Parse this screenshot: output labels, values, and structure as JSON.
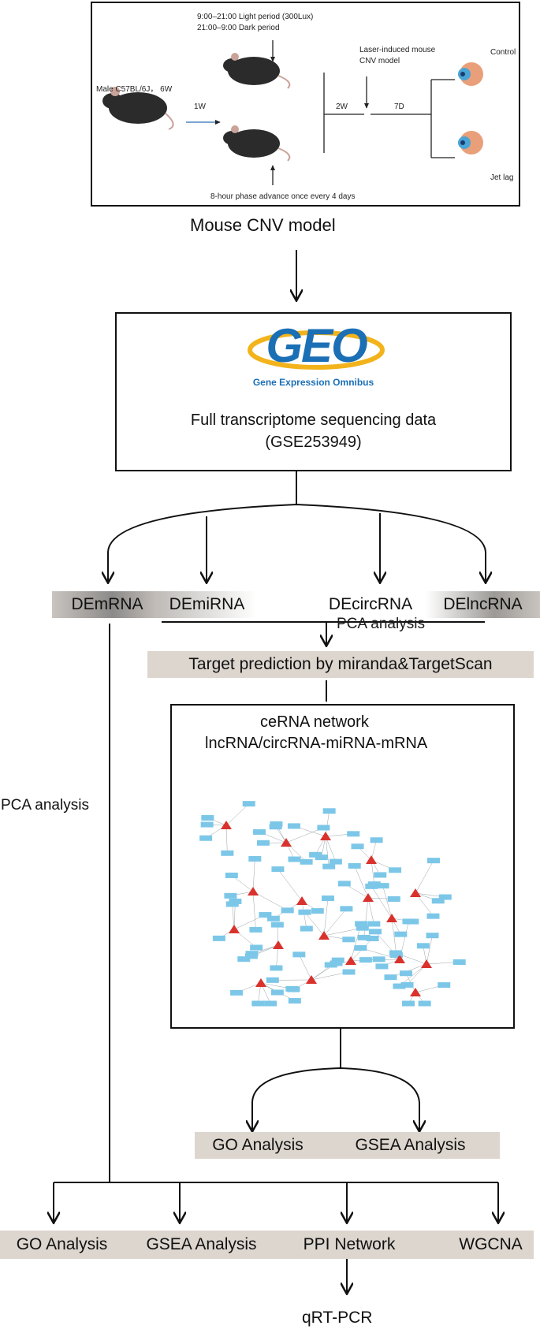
{
  "mouse_box": {
    "light_line1": "9:00–21:00 Light period (300Lux)",
    "light_line2": "21:00–9:00 Dark period",
    "male_label": "Male C57BL/6J，  6W",
    "week1": "1W",
    "week2": "2W",
    "day7": "7D",
    "laser_line1": "Laser-induced mouse",
    "laser_line2": "CNV model",
    "control": "Control",
    "jet_lag": "Jet lag",
    "phase_advance": "8-hour phase advance once every 4 days",
    "caption": "Mouse CNV model"
  },
  "geo_box": {
    "logo_word": "GEO",
    "logo_subtitle": "Gene Expression Omnibus",
    "line1": "Full transcriptome sequencing data",
    "line2": "(GSE253949)"
  },
  "de_labels": {
    "demrna": "DEmRNA",
    "demirna": "DEmiRNA",
    "decircrna": "DEcircRNA",
    "delncrna": "DElncRNA"
  },
  "pca_right": "PCA analysis",
  "pca_left": "PCA analysis",
  "target_prediction": "Target prediction by miranda&TargetScan",
  "cerna_box": {
    "title1": "ceRNA network",
    "title2": "lncRNA/circRNA-miRNA-mRNA"
  },
  "cerna_outputs": {
    "go": "GO Analysis",
    "gsea": "GSEA Analysis"
  },
  "bottom_outputs": {
    "go": "GO Analysis",
    "gsea": "GSEA Analysis",
    "ppi": "PPI Network",
    "wgcna": "WGCNA"
  },
  "final": "qRT-PCR",
  "colors": {
    "chip_bg": "#ddd6cf",
    "chip_dark": "#8c8a88",
    "node_blue": "#7cc7e8",
    "mirna_red": "#d9322c",
    "geo_blue": "#1b6fb5",
    "geo_yellow": "#f2b31b"
  }
}
